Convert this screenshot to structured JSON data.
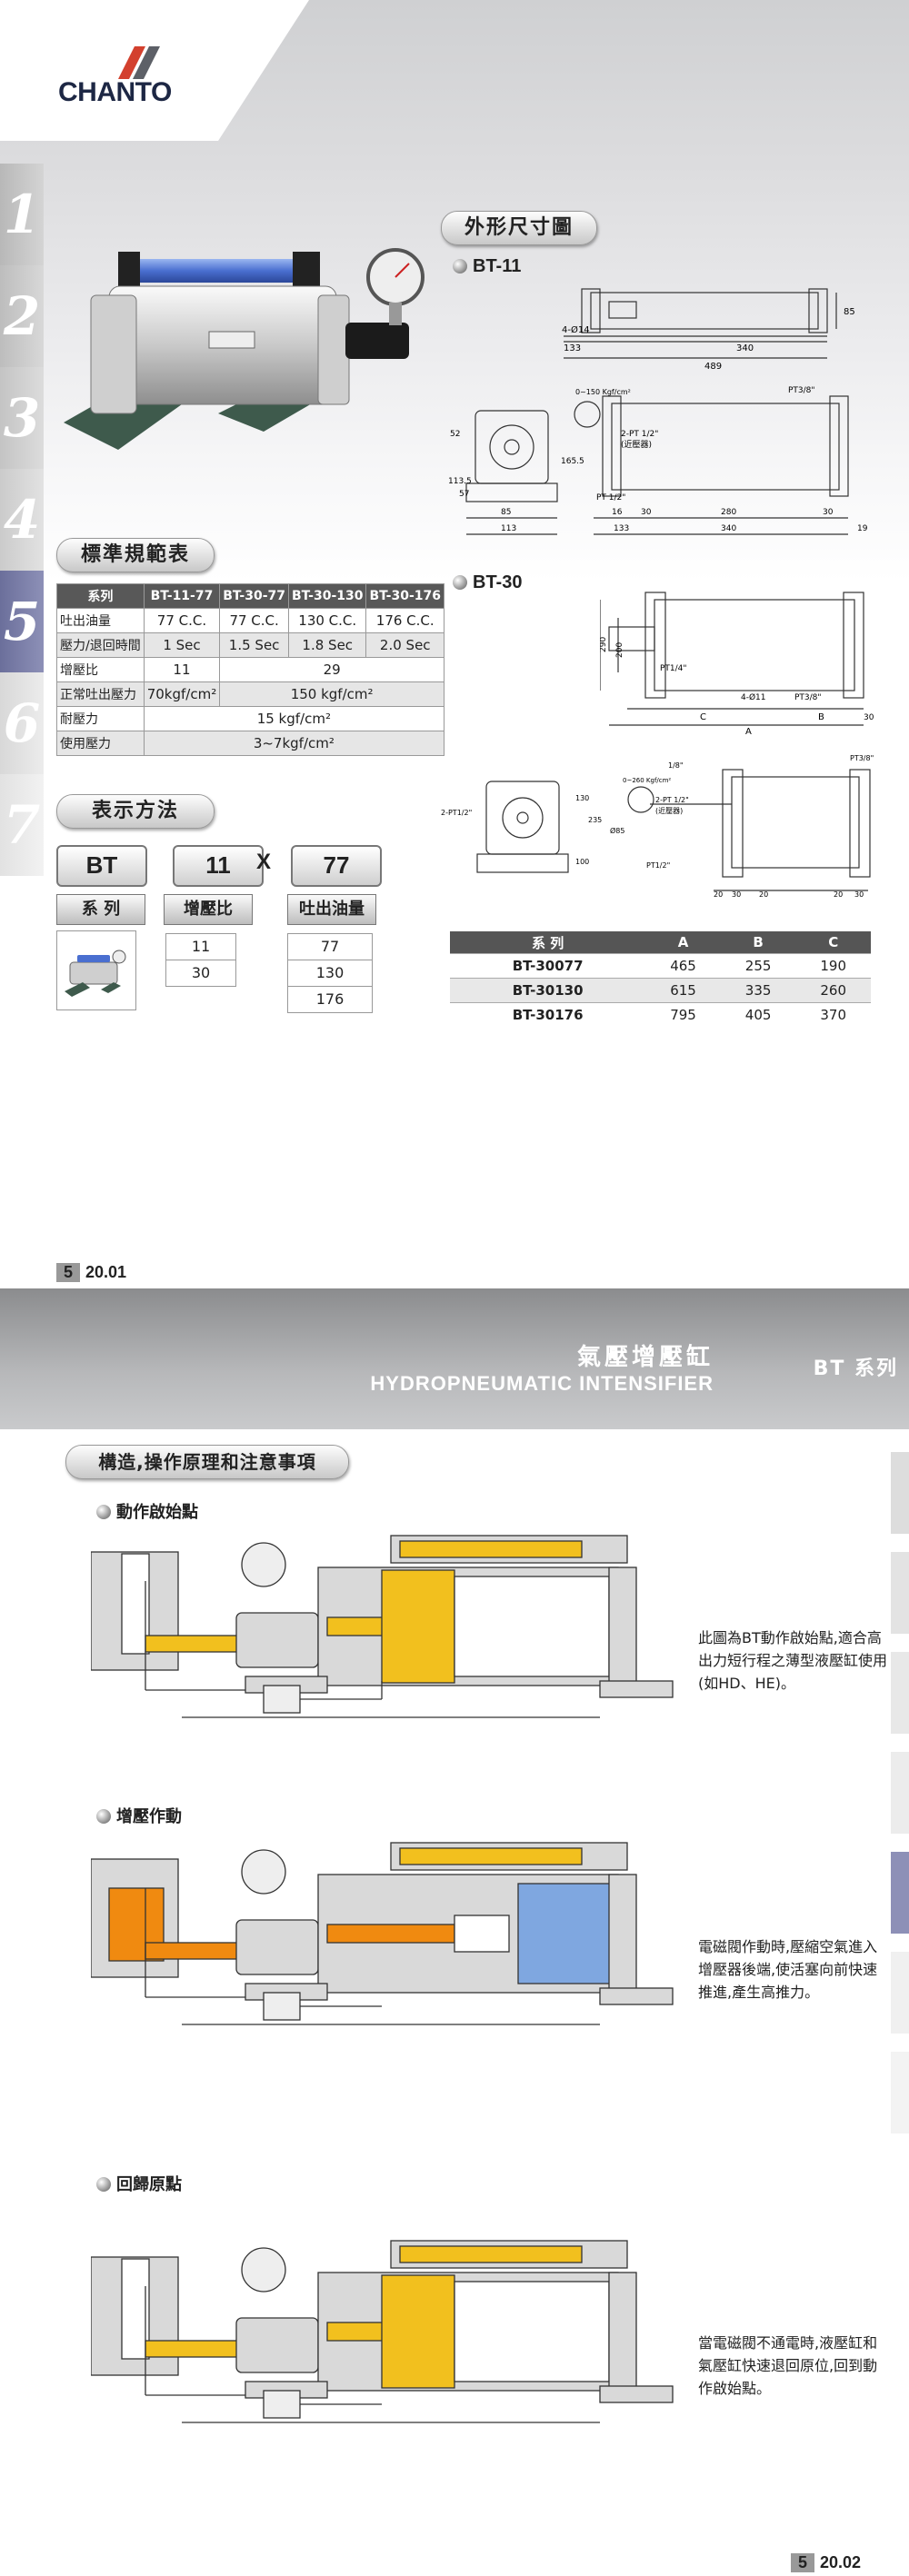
{
  "brand": {
    "name": "CHANTO"
  },
  "page1": {
    "side_numbers": [
      "1",
      "2",
      "3",
      "4",
      "5",
      "6",
      "7"
    ],
    "spec_title": "標準規範表",
    "spec_table": {
      "headers": [
        "系列",
        "BT-11-77",
        "BT-30-77",
        "BT-30-130",
        "BT-30-176"
      ],
      "rows": [
        {
          "label": "吐出油量",
          "c1": "77 C.C.",
          "c2": "77 C.C.",
          "c3": "130 C.C.",
          "c4": "176 C.C."
        },
        {
          "label": "壓力/退回時間",
          "c1": "1 Sec",
          "c2": "1.5 Sec",
          "c3": "1.8 Sec",
          "c4": "2.0 Sec"
        },
        {
          "label": "增壓比",
          "c1": "11",
          "span": "29"
        },
        {
          "label": "正常吐出壓力",
          "c1": "70kgf/cm²",
          "span": "150 kgf/cm²"
        },
        {
          "label": "耐壓力",
          "span": "15 kgf/cm²"
        },
        {
          "label": "使用壓力",
          "span": "3~7kgf/cm²"
        }
      ]
    },
    "code_title": "表示方法",
    "code": {
      "parts": [
        "BT",
        "11",
        "77"
      ],
      "separator": "X",
      "labels": [
        "系 列",
        "增壓比",
        "吐出油量"
      ],
      "ratio_options": [
        "11",
        "30"
      ],
      "oil_options": [
        "77",
        "130",
        "176"
      ]
    },
    "dim_title": "外形尺寸圖",
    "bt11_label": "BT-11",
    "bt30_label": "BT-30",
    "bt11_dims": {
      "d1": "4-Ø14",
      "d2": "133",
      "d3": "340",
      "d4": "489",
      "d5": "85",
      "d6": "PT3/8\"",
      "d7": "0~150 Kgf/cm²",
      "d8": "2-PT 1/2\"",
      "d9": "(近壓器)",
      "d10": "52",
      "d11": "113.5",
      "d12": "57",
      "d13": "165.5",
      "d14": "PT 1/2\"",
      "d15": "85",
      "d16": "16",
      "d17": "30",
      "d18": "280",
      "d19": "30",
      "d20": "113",
      "d21": "133",
      "d22": "340",
      "d23": "19"
    },
    "bt30_dims": {
      "d1": "290",
      "d2": "200",
      "d3": "PT1/4\"",
      "d4": "4-Ø11",
      "d5": "PT3/8\"",
      "d6": "C",
      "d7": "B",
      "d8": "A",
      "d9": "30",
      "d10": "PT3/8\"",
      "d11": "1/8\"",
      "d12": "0~260 Kgf/cm²",
      "d13": "2-PT 1/2\"",
      "d14": "(近壓器)",
      "d15": "PT1/2\"",
      "d16": "2-PT1/2\"",
      "d17": "Ø85",
      "d18": "130",
      "d19": "235",
      "d20": "100",
      "d21": "20",
      "d22": "30",
      "d23": "20",
      "d24": "20",
      "d25": "30"
    },
    "bt30_table": {
      "headers": [
        "系 列",
        "A",
        "B",
        "C"
      ],
      "rows": [
        [
          "BT-30077",
          "465",
          "255",
          "190"
        ],
        [
          "BT-30130",
          "615",
          "335",
          "260"
        ],
        [
          "BT-30176",
          "795",
          "405",
          "370"
        ]
      ]
    },
    "page_box": "5",
    "page_num": "20.01"
  },
  "page2": {
    "banner_cn": "氣壓增壓缸",
    "banner_en": "HYDROPNEUMATIC INTENSIFIER",
    "banner_series": "BT 系列",
    "section_title": "構造,操作原理和注意事項",
    "steps": [
      {
        "title": "動作啟始點",
        "desc": "此圖為BT動作啟始點,適合高出力短行程之薄型液壓缸使用(如HD、HE)。"
      },
      {
        "title": "增壓作動",
        "desc": "電磁閥作動時,壓縮空氣進入增壓器後端,使活塞向前快速推進,產生高推力。"
      },
      {
        "title": "回歸原點",
        "desc": "當電磁閥不通電時,液壓缸和氣壓缸快速退回原位,回到動作啟始點。"
      }
    ],
    "page_box": "5",
    "page_num": "20.02",
    "colors": {
      "oil": "#f2c01e",
      "oil_high": "#f08a10",
      "air": "#7fa7e0",
      "steel": "#d9d9d9"
    }
  }
}
